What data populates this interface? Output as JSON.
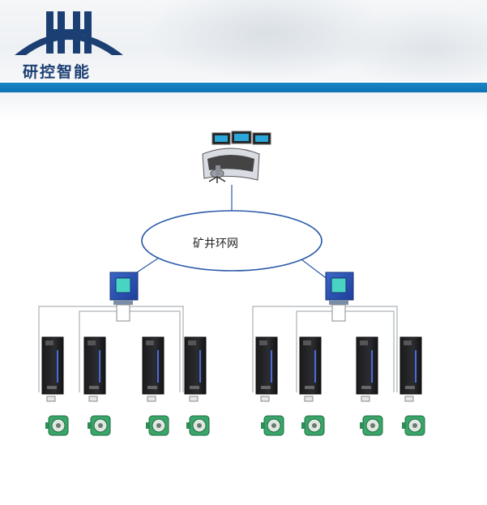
{
  "brand": {
    "name": "研控智能",
    "primary_color": "#1c3f73",
    "band_color": "#1380c0"
  },
  "diagram": {
    "network_label": "矿井环网",
    "control_center_icon": "operator-console-icon",
    "switch_icon": "network-switch-icon",
    "cabinet_icon": "control-cabinet-icon",
    "motor_icon": "servo-motor-icon",
    "groups": 2,
    "cabinets_per_group": 4
  }
}
